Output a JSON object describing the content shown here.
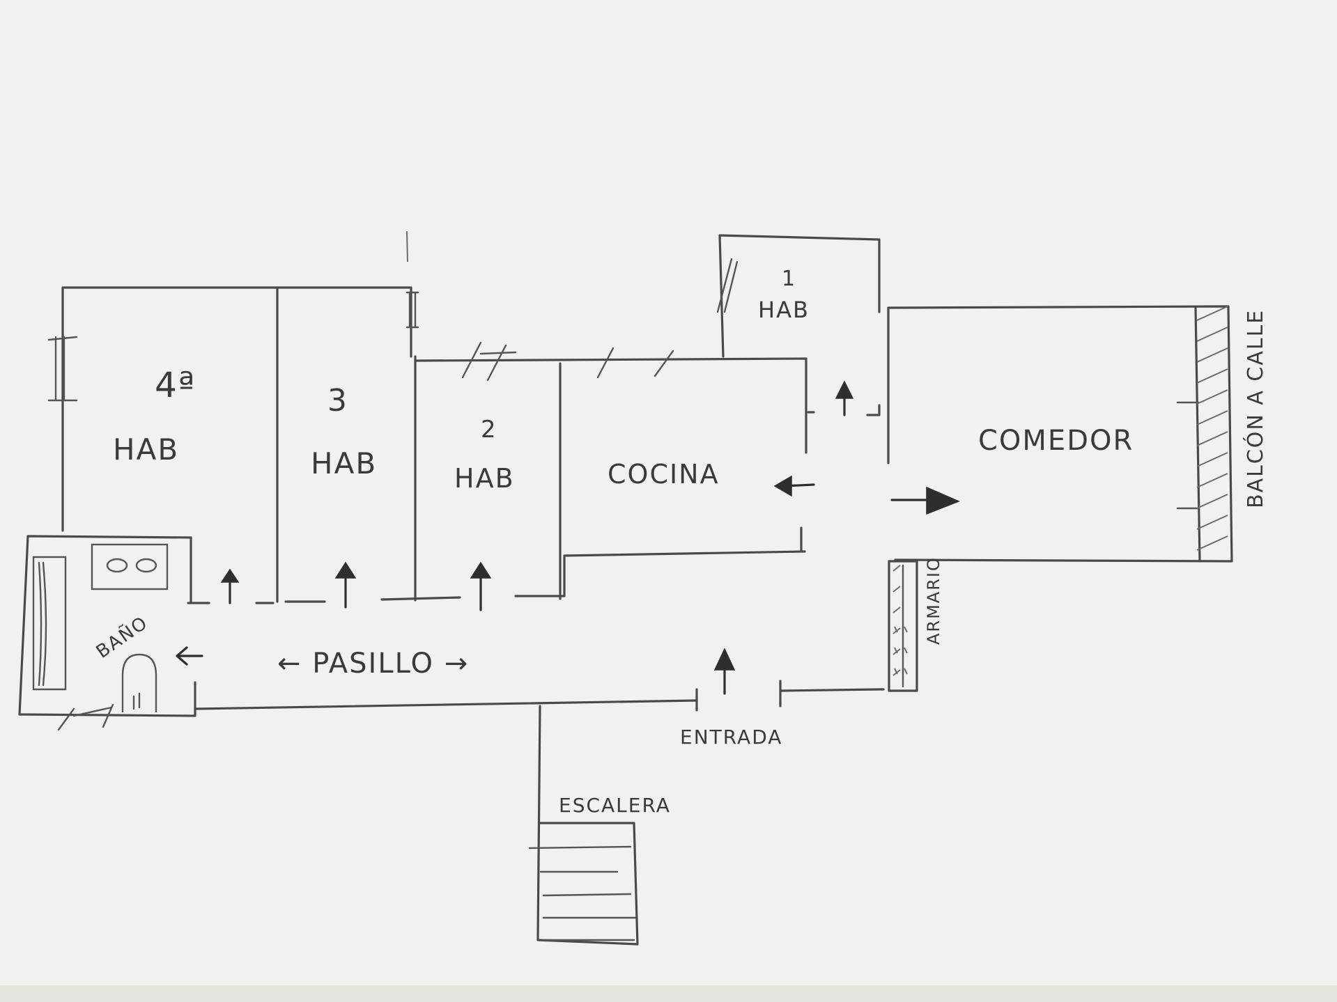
{
  "rooms": {
    "hab4": {
      "number": "4ª",
      "name": "HAB"
    },
    "hab3": {
      "number": "3",
      "name": "HAB"
    },
    "hab2": {
      "number": "2",
      "name": "HAB"
    },
    "hab1": {
      "number": "1",
      "name": "HAB"
    },
    "cocina": "COCINA",
    "comedor": "COMEDOR",
    "bano": "BAÑO",
    "pasillo": "← PASILLO →",
    "entrada": "ENTRADA",
    "escalera": "ESCALERA",
    "armario": "ARMARIO",
    "balcon": "BALCÓN A CALLE"
  },
  "colors": {
    "paper": "#f1f1ef",
    "pencil": "#4a4a4a"
  }
}
